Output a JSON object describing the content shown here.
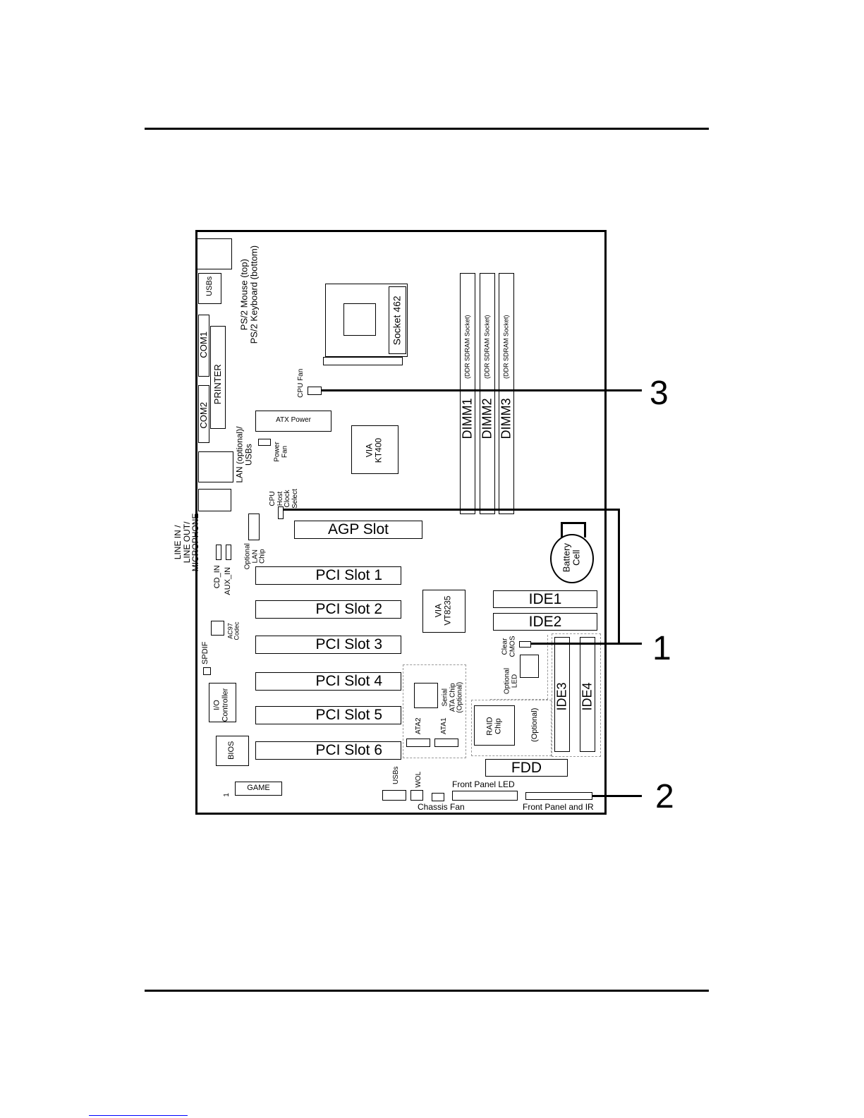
{
  "board": {
    "ps2": "PS/2 Mouse (top)\nPS/2 Keyboard (bottom)",
    "usbs_top": "USBs",
    "com1": "COM1",
    "printer": "PRINTER",
    "com2": "COM2",
    "lan": "LAN (optional)/\nUSBs",
    "audio": "LINE IN /\nLINE OUT/\nMICROPHONE",
    "socket": "Socket 462",
    "cpu_fan": "CPU Fan",
    "atx_power": "ATX Power",
    "power_fan": "Power\nFan",
    "via_kt400": "VIA\nKT400",
    "cpu_host": "CPU\nHost\nClock\nSelect",
    "dimm1": "DIMM1",
    "dimm2": "DIMM2",
    "dimm3": "DIMM3",
    "ddr_socket": "(DDR SDRAM Socket)",
    "agp": "AGP Slot",
    "optional_lan": "Optional\nLAN\nChip",
    "cd_in": "CD_IN",
    "aux_in": "AUX_IN",
    "battery": "Battery\nCell",
    "pci1": "PCI Slot 1",
    "pci2": "PCI Slot 2",
    "pci3": "PCI Slot 3",
    "pci4": "PCI Slot 4",
    "pci5": "PCI Slot 5",
    "pci6": "PCI Slot 6",
    "via_vt8235": "VIA\nVT8235",
    "ide1": "IDE1",
    "ide2": "IDE2",
    "ide3": "IDE3",
    "ide4": "IDE4",
    "ac97": "AC97\nCodec",
    "spdif": "SPDIF",
    "clear_cmos": "Clear\nCMOS",
    "optional_led": "Optional\nLED",
    "io_controller": "I/O\nController",
    "serial_ata": "Serial\nATA Chip\n(Optional)",
    "ata2": "ATA2",
    "ata1": "ATA1",
    "raid": "RAID\nChip",
    "optional": "(Optional)",
    "bios": "BIOS",
    "fdd": "FDD",
    "game": "GAME",
    "pin1": "1",
    "usbs_bottom": "USBs",
    "wol": "WOL",
    "front_panel_led": "Front Panel LED",
    "chassis_fan": "Chassis Fan",
    "front_panel_ir": "Front Panel and IR"
  },
  "callouts": {
    "c1": "1",
    "c2": "2",
    "c3": "3"
  }
}
